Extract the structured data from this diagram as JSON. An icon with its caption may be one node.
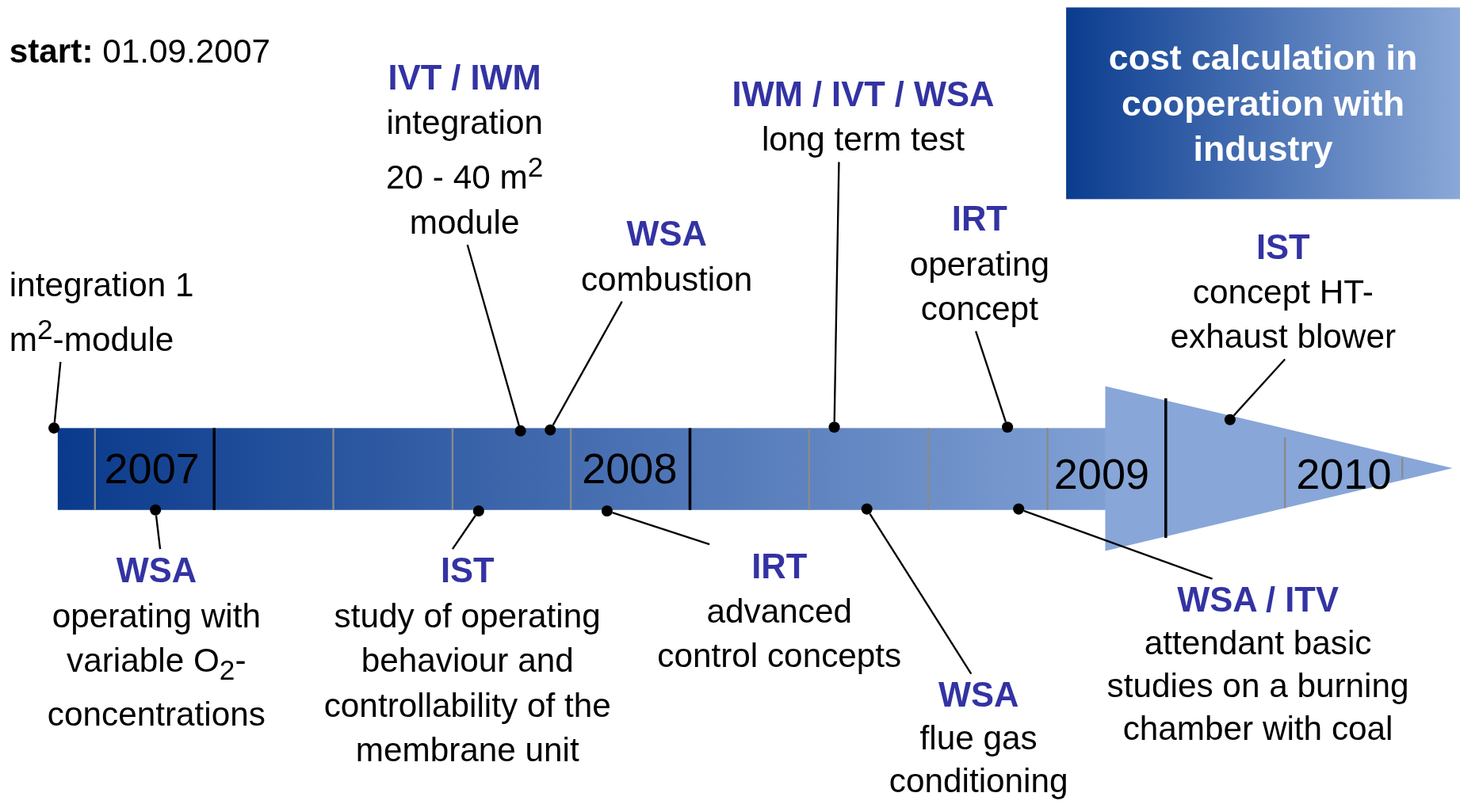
{
  "diagram": {
    "nodes": [
      {
        "text": [
          "IVT / IWM",
          "integration 20 - 40 m$^{2}$ module"
        ]
      },
      {
        "text": [
          "IWM / IVT / WSA",
          "long term test"
        ]
      },
      {
        "text": [
          "cost calculation in cooperation with industry"
        ]
      },
      {
        "text": [
          "WSA",
          "combustion"
        ]
      },
      {
        "text": [
          "IRT",
          "operating concept"
        ]
      },
      {
        "text": [
          "IST",
          "concept HT-exhaust blower"
        ]
      },
      {
        "text": [
          "integration 1 m$^{2}$-module"
        ]
      },
      {
        "text": [],
        "shape": "circle"
      },
      {
        "text": [],
        "shape": "circle"
      },
      {
        "text": [],
        "shape": "circle"
      },
      {
        "text": [],
        "shape": "circle"
      },
      {
        "text": [],
        "shape": "circle"
      },
      {
        "text": [],
        "shape": "circle"
      },
      {
        "text": [],
        "shape": "circle"
      },
      {
        "text": [],
        "shape": "circle"
      },
      {
        "text": [],
        "shape": "circle"
      },
      {
        "text": [],
        "shape": "circle"
      },
      {
        "text": [],
        "shape": "circle"
      },
      {
        "text": [
          "WSA",
          "operating with variable O$_{2}$-concentrations"
        ]
      },
      {
        "text": [
          "IST",
          "study of operating behaviour and controllability of the membrane unit"
        ]
      },
      {
        "text": [
          "IRT",
          "advanced control concepts"
        ]
      },
      {
        "text": [
          "WSA",
          "flue gas conditioning"
        ]
      },
      {
        "text": [
          "WSA / ITV",
          "attendant basic studies on a burning chamber with coal"
        ]
      }
    ],
    "edges": [
      {
        "from": 6,
        "to": 7,
        "arrow": "none"
      },
      {
        "from": 18,
        "to": 8,
        "arrow": "none"
      },
      {
        "from": 19,
        "to": 9,
        "arrow": "none"
      },
      {
        "from": 0,
        "to": 10,
        "arrow": "none"
      },
      {
        "from": 3,
        "to": 11,
        "arrow": "none"
      },
      {
        "from": 20,
        "to": 12,
        "arrow": "none"
      },
      {
        "from": 1,
        "to": 13,
        "arrow": "none"
      },
      {
        "from": 21,
        "to": 14,
        "arrow": "none"
      },
      {
        "from": 4,
        "to": 15,
        "arrow": "none"
      },
      {
        "from": 22,
        "to": 16,
        "arrow": "none"
      },
      {
        "from": 5,
        "to": 17,
        "arrow": "none"
      }
    ],
    "labels": [
      "**start:** 01.09.2007",
      "2007",
      "2008",
      "2009",
      "2010"
    ]
  }
}
